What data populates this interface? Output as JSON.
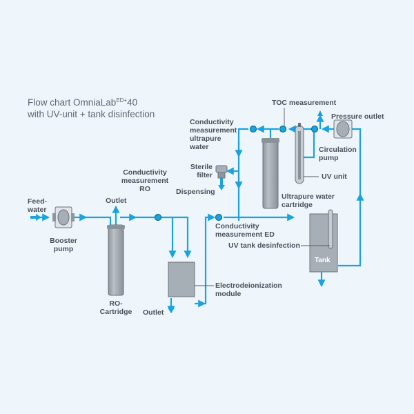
{
  "title": {
    "line1_prefix": "Flow chart OmniaLab",
    "line1_superscript": "ED+",
    "line1_suffix": "40",
    "line2": "with UV-unit + tank disinfection"
  },
  "labels": {
    "feed_water": [
      "Feed-",
      "water"
    ],
    "booster_pump": [
      "Booster",
      "pump"
    ],
    "outlet_top": "Outlet",
    "ro_cartridge": [
      "RO-",
      "Cartridge"
    ],
    "conductivity_ro": [
      "Conductivity",
      "measurement",
      "RO"
    ],
    "outlet_bottom": "Outlet",
    "edi_module": [
      "Electrodeionization",
      "module"
    ],
    "conductivity_ed": [
      "Conductivity",
      "measurement ED"
    ],
    "sterile_filter": [
      "Sterile",
      "filter"
    ],
    "dispensing": "Dispensing",
    "conductivity_ultrapure": [
      "Conductivity",
      "measurement",
      "ultrapure",
      "water"
    ],
    "toc_measurement": "TOC measurement",
    "pressure_outlet": "Pressure outlet",
    "circulation_pump": [
      "Circulation",
      "pump"
    ],
    "uv_unit": "UV unit",
    "ultrapure_cartridge": [
      "Ultrapure water",
      "cartridge"
    ],
    "uv_tank_disinfection": "UV tank desinfection",
    "tank": "Tank"
  },
  "colors": {
    "pipe": "#1aa3df",
    "component_fill": "#a7afb6",
    "component_stroke": "#6a7279",
    "text": "#4a5058",
    "background": "#eef6fb"
  }
}
